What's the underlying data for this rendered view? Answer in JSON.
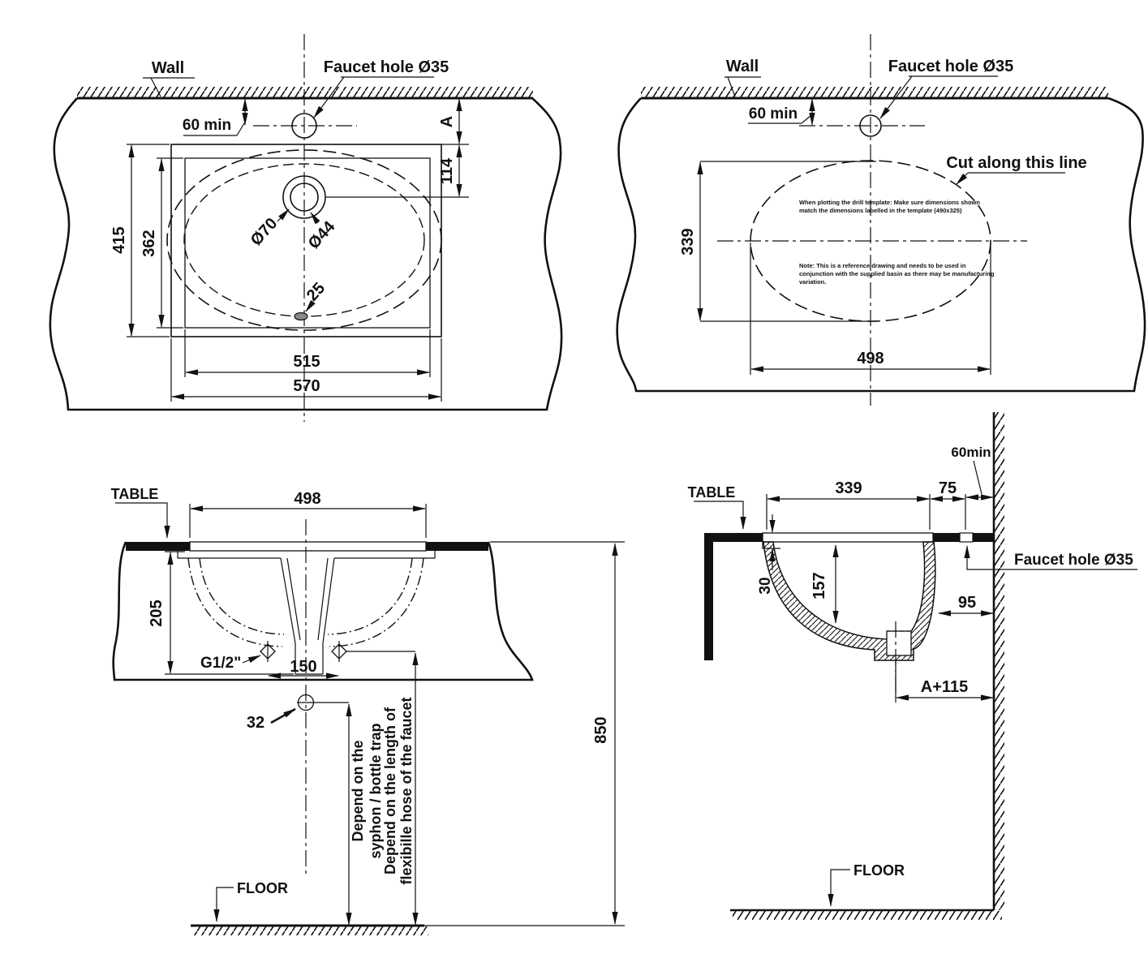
{
  "title": "Under-counter basin installation drawing",
  "colors": {
    "ink": "#111111",
    "paper": "#ffffff"
  },
  "drawing": {
    "plan": {
      "wall": "Wall",
      "faucet_hole": "Faucet hole Ø35",
      "min_gap": "60 min",
      "dim_a": "A",
      "dim_114": "114",
      "dim_415": "415",
      "dim_362": "362",
      "dim_515": "515",
      "dim_570": "570",
      "dia_70": "Ø70",
      "dia_44": "Ø44",
      "dim_25": "25"
    },
    "template": {
      "wall": "Wall",
      "faucet_hole": "Faucet hole Ø35",
      "min_gap": "60 min",
      "cut_line": "Cut along this line",
      "note_plot_1": "When plotting the drill template: Make sure dimensions shown",
      "note_plot_2": "match the dimensions labelled in the template (490x325)",
      "note_ref_1": "Note: This is a reference drawing and needs to be used in",
      "note_ref_2": "conjunction with the supplied basin as there may be manufacturing",
      "note_ref_3": "variation.",
      "dim_339": "339",
      "dim_498": "498"
    },
    "front": {
      "table": "TABLE",
      "floor": "FLOOR",
      "dim_498": "498",
      "dim_205": "205",
      "fitting": "G1/2\"",
      "dim_150": "150",
      "dim_32": "32",
      "dim_850": "850",
      "depend_syphon_1": "Depend on the",
      "depend_syphon_2": "syphon / bottle trap",
      "depend_hose_1": "Depend on the length of",
      "depend_hose_2": "flexibille hose of the faucet"
    },
    "side": {
      "table": "TABLE",
      "floor": "FLOOR",
      "min_gap": "60min",
      "faucet_hole": "Faucet hole Ø35",
      "dim_339": "339",
      "dim_75": "75",
      "dim_30": "30",
      "dim_157": "157",
      "dim_95": "95",
      "dim_a115": "A+115"
    }
  }
}
